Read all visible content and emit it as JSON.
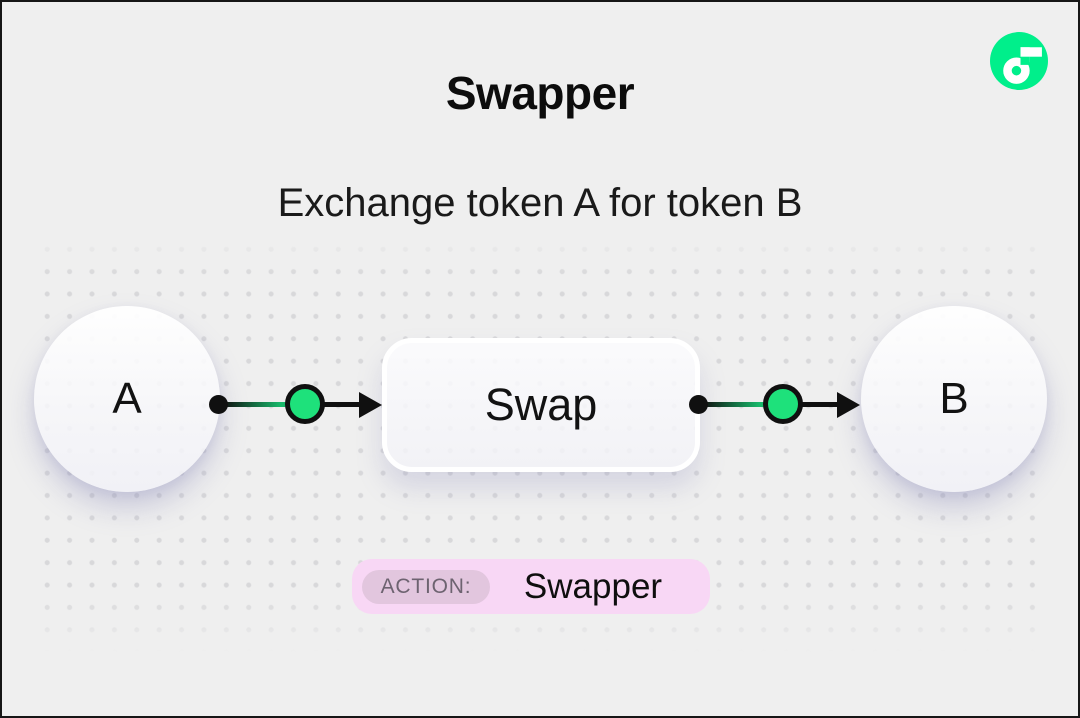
{
  "header": {
    "title": "Swapper",
    "subtitle": "Exchange token A for token B"
  },
  "diagram": {
    "nodes": [
      {
        "label": "A"
      },
      {
        "label": "Swap"
      },
      {
        "label": "B"
      }
    ],
    "flow_direction": "left-to-right"
  },
  "badge": {
    "label": "ACTION:",
    "value": "Swapper"
  },
  "logo": {
    "icon": "flow-logo-icon"
  },
  "colors": {
    "background": "#EFEFEF",
    "ink": "#111111",
    "accent_green": "#1EE17B",
    "flow_green": "#00EF8B",
    "badge_bg": "#F8D7F5",
    "badge_label_bg": "#E2C6DE",
    "badge_label_text": "#6D6370"
  }
}
